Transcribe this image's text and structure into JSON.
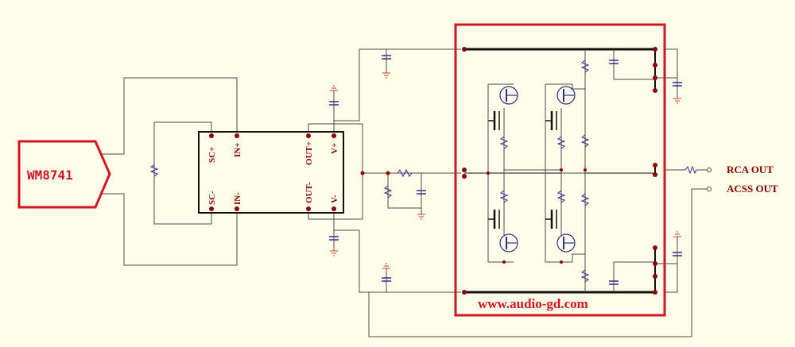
{
  "chip_label": "WM8741",
  "pins": {
    "sc_plus": "SC+",
    "in_plus": "IN+",
    "sc_minus": "SC-",
    "in_minus": "IN-",
    "out_plus": "OUT+",
    "v_plus": "V+",
    "out_minus": "OUT-",
    "v_minus": "V-"
  },
  "outputs": {
    "rca": "RCA OUT",
    "acss": "ACSS OUT"
  },
  "website": "www.audio-gd.com",
  "colors": {
    "background": "#fdfdea",
    "wire": "#4a4a4a",
    "highlight": "#d01525",
    "component": "#2c2c8a",
    "node": "#8a0000",
    "ground": "#c04020"
  }
}
